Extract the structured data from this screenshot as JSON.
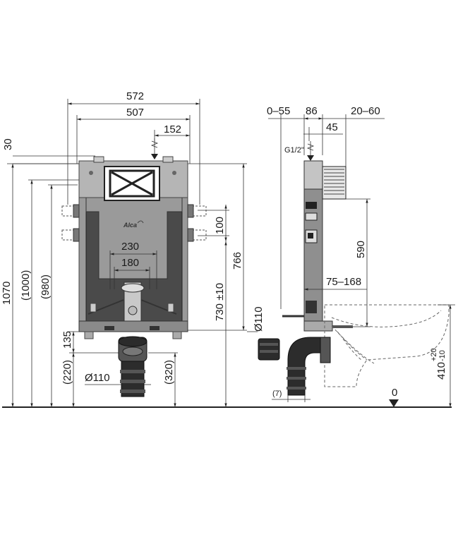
{
  "front_view": {
    "width_overall": "572",
    "width_inner": "507",
    "offset_right": "152",
    "top_offset": "30",
    "height_total": "1070",
    "height_1000": "(1000)",
    "height_980": "(980)",
    "bracket_spacing": "100",
    "height_766": "766",
    "spacing_230": "230",
    "spacing_180": "180",
    "height_730": "730 ±10",
    "height_135": "135",
    "height_220": "(220)",
    "height_320": "(320)",
    "diameter_110": "Ø110",
    "brand_label": "Alca"
  },
  "side_view": {
    "range_0_55": "0–55",
    "depth_86": "86",
    "range_20_60": "20–60",
    "depth_45": "45",
    "inlet_thread": "G1/2\"",
    "height_590": "590",
    "range_75_168": "75–168",
    "diameter_110": "Ø110",
    "offset_7": "(7)",
    "zero_label": "0",
    "height_410": "410",
    "tolerance_plus": "+20",
    "tolerance_minus": "-10"
  }
}
